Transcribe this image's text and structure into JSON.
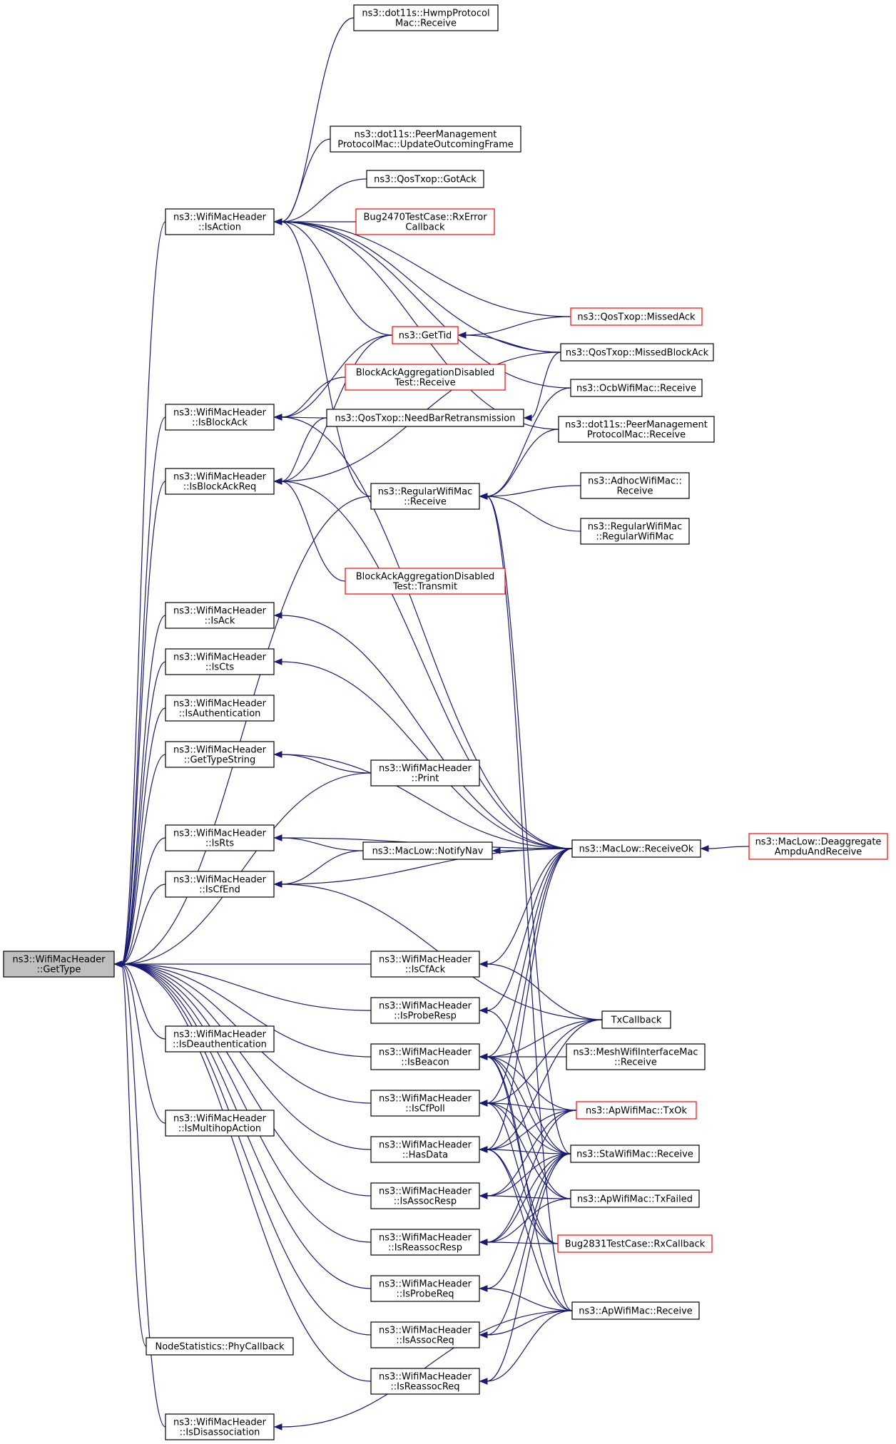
{
  "colors": {
    "edge": "#191970",
    "node_border": "#000000",
    "node_border_missing": "#ff0000",
    "focus_fill": "#bfbfbf"
  },
  "nodes": [
    {
      "id": "gettype",
      "lines": [
        "ns3::WifiMacHeader",
        "::GetType"
      ],
      "focus": true
    },
    {
      "id": "isaction",
      "lines": [
        "ns3::WifiMacHeader",
        "::IsAction"
      ]
    },
    {
      "id": "isblockack",
      "lines": [
        "ns3::WifiMacHeader",
        "::IsBlockAck"
      ]
    },
    {
      "id": "isblockackreq",
      "lines": [
        "ns3::WifiMacHeader",
        "::IsBlockAckReq"
      ]
    },
    {
      "id": "isack",
      "lines": [
        "ns3::WifiMacHeader",
        "::IsAck"
      ]
    },
    {
      "id": "iscts",
      "lines": [
        "ns3::WifiMacHeader",
        "::IsCts"
      ]
    },
    {
      "id": "isauthentication",
      "lines": [
        "ns3::WifiMacHeader",
        "::IsAuthentication"
      ]
    },
    {
      "id": "gettypestring",
      "lines": [
        "ns3::WifiMacHeader",
        "::GetTypeString"
      ]
    },
    {
      "id": "isrts",
      "lines": [
        "ns3::WifiMacHeader",
        "::IsRts"
      ]
    },
    {
      "id": "iscfend",
      "lines": [
        "ns3::WifiMacHeader",
        "::IsCfEnd"
      ]
    },
    {
      "id": "isdeauthentication",
      "lines": [
        "ns3::WifiMacHeader",
        "::IsDeauthentication"
      ]
    },
    {
      "id": "ismultihopaction",
      "lines": [
        "ns3::WifiMacHeader",
        "::IsMultihopAction"
      ]
    },
    {
      "id": "nodestatistics",
      "lines": [
        "NodeStatistics::PhyCallback"
      ]
    },
    {
      "id": "isdisassociation",
      "lines": [
        "ns3::WifiMacHeader",
        "::IsDisassociation"
      ]
    },
    {
      "id": "hwmp",
      "lines": [
        "ns3::dot11s::HwmpProtocol",
        "Mac::Receive"
      ]
    },
    {
      "id": "peermgmtupdate",
      "lines": [
        "ns3::dot11s::PeerManagement",
        "ProtocolMac::UpdateOutcomingFrame"
      ]
    },
    {
      "id": "qosgotack",
      "lines": [
        "ns3::QosTxop::GotAck"
      ]
    },
    {
      "id": "bug2470",
      "lines": [
        "Bug2470TestCase::RxError",
        "Callback"
      ],
      "missing": true
    },
    {
      "id": "gettid",
      "lines": [
        "ns3::GetTid"
      ],
      "missing": true
    },
    {
      "id": "baadrecv",
      "lines": [
        "BlockAckAggregationDisabled",
        "Test::Receive"
      ],
      "missing": true
    },
    {
      "id": "needbar",
      "lines": [
        "ns3::QosTxop::NeedBarRetransmission"
      ]
    },
    {
      "id": "regwifirecv",
      "lines": [
        "ns3::RegularWifiMac",
        "::Receive"
      ]
    },
    {
      "id": "baadtx",
      "lines": [
        "BlockAckAggregationDisabled",
        "Test::Transmit"
      ],
      "missing": true
    },
    {
      "id": "print",
      "lines": [
        "ns3::WifiMacHeader",
        "::Print"
      ]
    },
    {
      "id": "notifynav",
      "lines": [
        "ns3::MacLow::NotifyNav"
      ]
    },
    {
      "id": "iscfack",
      "lines": [
        "ns3::WifiMacHeader",
        "::IsCfAck"
      ]
    },
    {
      "id": "isproberesp",
      "lines": [
        "ns3::WifiMacHeader",
        "::IsProbeResp"
      ]
    },
    {
      "id": "isbeacon",
      "lines": [
        "ns3::WifiMacHeader",
        "::IsBeacon"
      ]
    },
    {
      "id": "iscfpoll",
      "lines": [
        "ns3::WifiMacHeader",
        "::IsCfPoll"
      ]
    },
    {
      "id": "hasdata",
      "lines": [
        "ns3::WifiMacHeader",
        "::HasData"
      ]
    },
    {
      "id": "isassocresp",
      "lines": [
        "ns3::WifiMacHeader",
        "::IsAssocResp"
      ]
    },
    {
      "id": "isreassocresp",
      "lines": [
        "ns3::WifiMacHeader",
        "::IsReassocResp"
      ]
    },
    {
      "id": "isprobereq",
      "lines": [
        "ns3::WifiMacHeader",
        "::IsProbeReq"
      ]
    },
    {
      "id": "isassocreq",
      "lines": [
        "ns3::WifiMacHeader",
        "::IsAssocReq"
      ]
    },
    {
      "id": "isreassocreq",
      "lines": [
        "ns3::WifiMacHeader",
        "::IsReassocReq"
      ]
    },
    {
      "id": "missedack",
      "lines": [
        "ns3::QosTxop::MissedAck"
      ],
      "missing": true
    },
    {
      "id": "missedblockack",
      "lines": [
        "ns3::QosTxop::MissedBlockAck"
      ]
    },
    {
      "id": "ocbrecv",
      "lines": [
        "ns3::OcbWifiMac::Receive"
      ]
    },
    {
      "id": "peermgmtrecv",
      "lines": [
        "ns3::dot11s::PeerManagement",
        "ProtocolMac::Receive"
      ]
    },
    {
      "id": "adhocrecv",
      "lines": [
        "ns3::AdhocWifiMac::",
        "Receive"
      ]
    },
    {
      "id": "regwifictor",
      "lines": [
        "ns3::RegularWifiMac",
        "::RegularWifiMac"
      ]
    },
    {
      "id": "receiveok",
      "lines": [
        "ns3::MacLow::ReceiveOk"
      ]
    },
    {
      "id": "txcallback",
      "lines": [
        "TxCallback"
      ]
    },
    {
      "id": "meshrecv",
      "lines": [
        "ns3::MeshWifiInterfaceMac",
        "::Receive"
      ]
    },
    {
      "id": "aptxok",
      "lines": [
        "ns3::ApWifiMac::TxOk"
      ],
      "missing": true
    },
    {
      "id": "starecv",
      "lines": [
        "ns3::StaWifiMac::Receive"
      ]
    },
    {
      "id": "aptxfailed",
      "lines": [
        "ns3::ApWifiMac::TxFailed"
      ]
    },
    {
      "id": "bug2831",
      "lines": [
        "Bug2831TestCase::RxCallback"
      ],
      "missing": true
    },
    {
      "id": "aprecv",
      "lines": [
        "ns3::ApWifiMac::Receive"
      ]
    },
    {
      "id": "deaggregate",
      "lines": [
        "ns3::MacLow::Deaggregate",
        "AmpduAndReceive"
      ],
      "missing": true
    }
  ],
  "edges": [
    [
      "isaction",
      "gettype"
    ],
    [
      "isblockack",
      "gettype"
    ],
    [
      "isblockackreq",
      "gettype"
    ],
    [
      "isack",
      "gettype"
    ],
    [
      "iscts",
      "gettype"
    ],
    [
      "isauthentication",
      "gettype"
    ],
    [
      "gettypestring",
      "gettype"
    ],
    [
      "isrts",
      "gettype"
    ],
    [
      "iscfend",
      "gettype"
    ],
    [
      "isdeauthentication",
      "gettype"
    ],
    [
      "ismultihopaction",
      "gettype"
    ],
    [
      "nodestatistics",
      "gettype"
    ],
    [
      "isdisassociation",
      "gettype"
    ],
    [
      "regwifirecv",
      "gettype"
    ],
    [
      "print",
      "gettype"
    ],
    [
      "iscfack",
      "gettype"
    ],
    [
      "isproberesp",
      "gettype"
    ],
    [
      "isbeacon",
      "gettype"
    ],
    [
      "iscfpoll",
      "gettype"
    ],
    [
      "hasdata",
      "gettype"
    ],
    [
      "isassocresp",
      "gettype"
    ],
    [
      "isreassocresp",
      "gettype"
    ],
    [
      "isprobereq",
      "gettype"
    ],
    [
      "isassocreq",
      "gettype"
    ],
    [
      "isreassocreq",
      "gettype"
    ],
    [
      "hwmp",
      "isaction"
    ],
    [
      "peermgmtupdate",
      "isaction"
    ],
    [
      "qosgotack",
      "isaction"
    ],
    [
      "bug2470",
      "isaction"
    ],
    [
      "gettid",
      "isaction"
    ],
    [
      "missedack",
      "isaction"
    ],
    [
      "missedblockack",
      "isaction"
    ],
    [
      "ocbrecv",
      "isaction"
    ],
    [
      "peermgmtrecv",
      "isaction"
    ],
    [
      "regwifirecv",
      "isaction"
    ],
    [
      "gettid",
      "isblockack"
    ],
    [
      "baadrecv",
      "isblockack"
    ],
    [
      "needbar",
      "isblockack"
    ],
    [
      "receiveok",
      "isblockack"
    ],
    [
      "gettid",
      "isblockackreq"
    ],
    [
      "needbar",
      "isblockackreq"
    ],
    [
      "missedblockack",
      "isblockackreq"
    ],
    [
      "baadtx",
      "isblockackreq"
    ],
    [
      "receiveok",
      "isblockackreq"
    ],
    [
      "missedack",
      "gettid"
    ],
    [
      "missedblockack",
      "gettid"
    ],
    [
      "missedblockack",
      "needbar"
    ],
    [
      "ocbrecv",
      "regwifirecv"
    ],
    [
      "adhocrecv",
      "regwifirecv"
    ],
    [
      "regwifictor",
      "regwifirecv"
    ],
    [
      "peermgmtrecv",
      "regwifirecv"
    ],
    [
      "starecv",
      "regwifirecv"
    ],
    [
      "aprecv",
      "regwifirecv"
    ],
    [
      "receiveok",
      "isack"
    ],
    [
      "receiveok",
      "iscts"
    ],
    [
      "receiveok",
      "gettypestring"
    ],
    [
      "print",
      "gettypestring"
    ],
    [
      "notifynav",
      "isrts"
    ],
    [
      "receiveok",
      "isrts"
    ],
    [
      "notifynav",
      "iscfend"
    ],
    [
      "receiveok",
      "iscfend"
    ],
    [
      "txcallback",
      "iscfend"
    ],
    [
      "receiveok",
      "notifynav"
    ],
    [
      "deaggregate",
      "receiveok"
    ],
    [
      "receiveok",
      "iscfack"
    ],
    [
      "txcallback",
      "iscfack"
    ],
    [
      "receiveok",
      "isproberesp"
    ],
    [
      "starecv",
      "isproberesp"
    ],
    [
      "receiveok",
      "isbeacon"
    ],
    [
      "txcallback",
      "isbeacon"
    ],
    [
      "meshrecv",
      "isbeacon"
    ],
    [
      "aptxok",
      "isbeacon"
    ],
    [
      "starecv",
      "isbeacon"
    ],
    [
      "aptxfailed",
      "isbeacon"
    ],
    [
      "bug2831",
      "isbeacon"
    ],
    [
      "aprecv",
      "isbeacon"
    ],
    [
      "receiveok",
      "iscfpoll"
    ],
    [
      "txcallback",
      "iscfpoll"
    ],
    [
      "aptxok",
      "iscfpoll"
    ],
    [
      "starecv",
      "iscfpoll"
    ],
    [
      "aptxfailed",
      "iscfpoll"
    ],
    [
      "bug2831",
      "iscfpoll"
    ],
    [
      "receiveok",
      "hasdata"
    ],
    [
      "txcallback",
      "hasdata"
    ],
    [
      "aptxok",
      "hasdata"
    ],
    [
      "starecv",
      "hasdata"
    ],
    [
      "bug2831",
      "hasdata"
    ],
    [
      "aprecv",
      "hasdata"
    ],
    [
      "starecv",
      "isassocresp"
    ],
    [
      "aptxfailed",
      "isassocresp"
    ],
    [
      "aptxok",
      "isassocresp"
    ],
    [
      "starecv",
      "isreassocresp"
    ],
    [
      "bug2831",
      "isreassocresp"
    ],
    [
      "aptxok",
      "isreassocresp"
    ],
    [
      "aptxfailed",
      "isreassocresp"
    ],
    [
      "starecv",
      "isprobereq"
    ],
    [
      "aprecv",
      "isprobereq"
    ],
    [
      "starecv",
      "isassocreq"
    ],
    [
      "aprecv",
      "isassocreq"
    ],
    [
      "starecv",
      "isreassocreq"
    ],
    [
      "aprecv",
      "isreassocreq"
    ],
    [
      "aprecv",
      "isdisassociation"
    ]
  ]
}
